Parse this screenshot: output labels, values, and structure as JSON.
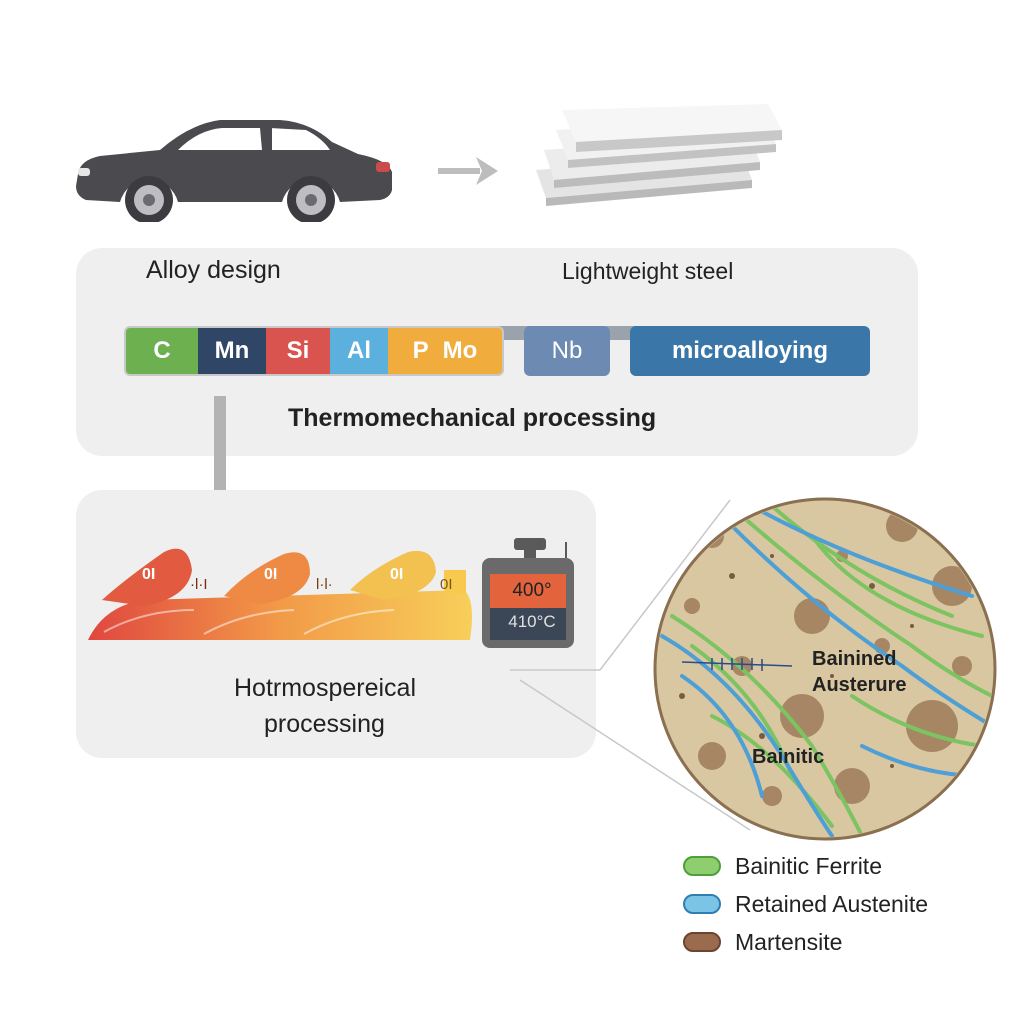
{
  "top": {
    "car_icon": "car-icon",
    "sheets_icon": "steel-sheets-icon"
  },
  "upper_panel": {
    "alloy_design": "Alloy design",
    "lightweight_steel": "Lightweight steel",
    "elements": [
      {
        "symbol": "C",
        "color": "#6db04f"
      },
      {
        "symbol": "Mn",
        "color": "#2f4667"
      },
      {
        "symbol": "Si",
        "color": "#d9534f"
      },
      {
        "symbol": "Al",
        "color": "#5bb0de"
      },
      {
        "symbol": "P",
        "color": "#f0ad3e"
      },
      {
        "symbol": "Mo",
        "color": "#f0ad3e"
      }
    ],
    "nb_label": "Nb",
    "microalloying_label": "microalloying",
    "process_label": "Thermomechanical processing"
  },
  "lower_panel": {
    "rollers": [
      {
        "mark": "0I",
        "sub": "·l·I"
      },
      {
        "mark": "0I",
        "sub": "l·l·"
      },
      {
        "mark": "0I",
        "sub": "0I"
      }
    ],
    "thermo_top": "400°",
    "thermo_bottom": "410°C",
    "title_line1": "Hotrmospereical",
    "title_line2": "processing"
  },
  "micro": {
    "label_austenite_line1": "Bainined",
    "label_austenite_line2": "Austerure",
    "label_bainitic": "Bainitic"
  },
  "legend": [
    {
      "label": "Bainitic Ferrite",
      "fill": "#8fce6f",
      "stroke": "#4e9e3a"
    },
    {
      "label": "Retained Austenite",
      "fill": "#7cc4e6",
      "stroke": "#2f7fb4"
    },
    {
      "label": "Martensite",
      "fill": "#9a6b4f",
      "stroke": "#6b4530"
    }
  ],
  "colors": {
    "nb_chip": "#6d8ab3",
    "microalloying_chip": "#3a77a8",
    "panel_bg": "#efefef",
    "micro_bg": "#d9c7a1"
  }
}
